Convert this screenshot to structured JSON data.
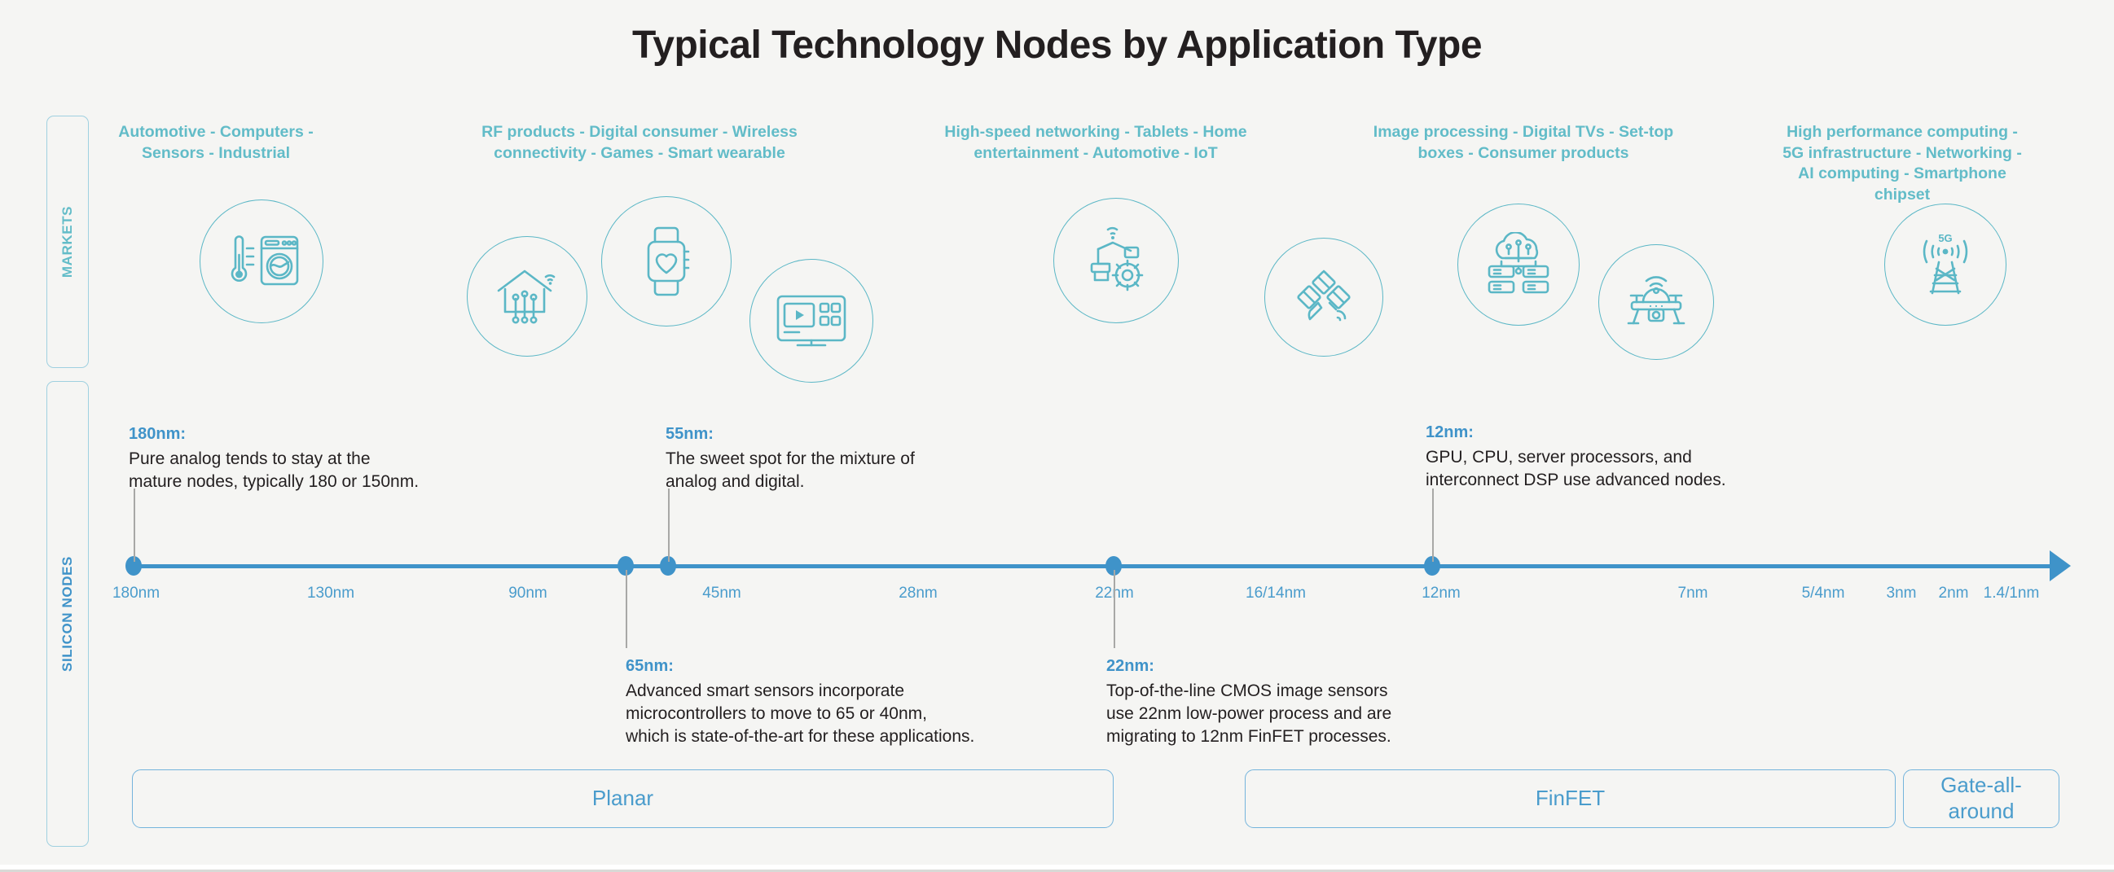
{
  "title": "Typical Technology Nodes by Application Type",
  "colors": {
    "background": "#f5f5f3",
    "markets_accent": "#62bcc8",
    "nodes_accent": "#3f93c9",
    "tick_text": "#4a9ccc",
    "body_text": "#231f20"
  },
  "rails": [
    {
      "label": "MARKETS"
    },
    {
      "label": "SILICON NODES"
    }
  ],
  "markets": [
    {
      "label_lines": [
        "Automotive - Computers -",
        "Sensors - Industrial"
      ],
      "icons": [
        "thermometer-washing-machine-icon"
      ]
    },
    {
      "label_lines": [
        "RF products - Digital consumer - Wireless",
        "connectivity - Games - Smart wearable"
      ],
      "icons": [
        "smart-home-icon",
        "smartwatch-heart-icon",
        "smart-tv-icon"
      ]
    },
    {
      "label_lines": [
        "High-speed networking - Tablets - Home",
        "entertainment - Automotive - IoT"
      ],
      "icons": [
        "robot-arm-icon",
        "satellite-icon"
      ]
    },
    {
      "label_lines": [
        "Image processing - Digital TVs - Set-top",
        "boxes - Consumer products"
      ],
      "icons": [
        "cloud-server-icon",
        "drone-icon"
      ]
    },
    {
      "label_lines": [
        "High performance computing -",
        "5G infrastructure - Networking -",
        "AI computing - Smartphone chipset"
      ],
      "icons": [
        "5g-tower-icon"
      ]
    }
  ],
  "chart_data": {
    "type": "timeline",
    "title": "Typical Technology Nodes by Application Type",
    "axis_label": "SILICON NODES",
    "direction": "larger-to-smaller",
    "ticks": [
      {
        "label": "180nm",
        "marked": true
      },
      {
        "label": "130nm",
        "marked": false
      },
      {
        "label": "90nm",
        "marked": false
      },
      {
        "label": "65nm",
        "marked": true
      },
      {
        "label": "55nm",
        "marked": true
      },
      {
        "label": "45nm",
        "marked": false
      },
      {
        "label": "28nm",
        "marked": false
      },
      {
        "label": "22nm",
        "marked": true
      },
      {
        "label": "16/14nm",
        "marked": false
      },
      {
        "label": "12nm",
        "marked": true
      },
      {
        "label": "7nm",
        "marked": false
      },
      {
        "label": "5/4nm",
        "marked": false
      },
      {
        "label": "3nm",
        "marked": false
      },
      {
        "label": "2nm",
        "marked": false
      },
      {
        "label": "1.4/1nm",
        "marked": false
      }
    ],
    "visible_tick_labels": [
      "180nm",
      "130nm",
      "90nm",
      "45nm",
      "28nm",
      "22nm",
      "16/14nm",
      "12nm",
      "7nm",
      "5/4nm",
      "3nm",
      "2nm",
      "1.4/1nm"
    ],
    "annotations": [
      {
        "node": "180nm:",
        "position": "above",
        "lines": [
          "Pure analog tends to stay at the",
          "mature nodes, typically 180 or 150nm."
        ]
      },
      {
        "node": "55nm:",
        "position": "above",
        "lines": [
          "The sweet spot for the mixture of",
          "analog and digital."
        ]
      },
      {
        "node": "12nm:",
        "position": "above",
        "lines": [
          "GPU, CPU, server processors, and",
          "interconnect DSP use advanced nodes."
        ]
      },
      {
        "node": "65nm:",
        "position": "below",
        "lines": [
          "Advanced smart sensors incorporate",
          "microcontrollers to move to 65 or 40nm,",
          "which is state-of-the-art for these applications."
        ]
      },
      {
        "node": "22nm:",
        "position": "below",
        "lines": [
          "Top-of-the-line CMOS image sensors",
          "use 22nm low-power process and are",
          "migrating to 12nm FinFET processes."
        ]
      }
    ],
    "process_bands": [
      {
        "label": "Planar",
        "span": "180nm-45nm"
      },
      {
        "label": "FinFET",
        "span": "22nm-3nm"
      },
      {
        "label": "Gate-all-around",
        "span": "2nm-1nm"
      }
    ]
  }
}
